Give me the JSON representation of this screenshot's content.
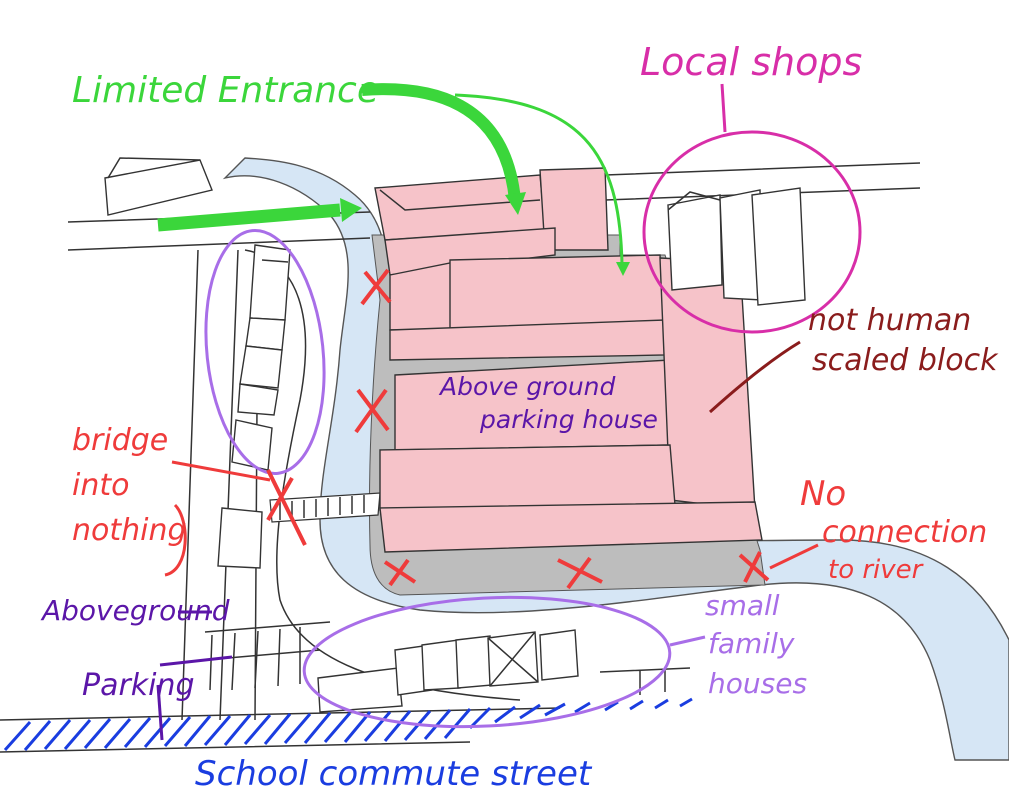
{
  "labels": {
    "limited_entrance": "Limited Entrance",
    "local_shops": "Local shops",
    "not_human_1": "not human",
    "not_human_2": "scaled block",
    "parking_house_1": "Above ground",
    "parking_house_2": "parking house",
    "bridge_1": "bridge",
    "bridge_2": "into",
    "bridge_3": "nothing",
    "no_connection_1": "No",
    "no_connection_2": "connection",
    "no_connection_3": "to river",
    "aboveground": "Aboveground",
    "parking": "Parking",
    "small_family_1": "small",
    "small_family_2": "family",
    "small_family_3": "houses",
    "school_street": "School commute street"
  },
  "colors": {
    "green": "#3bd63b",
    "pink": "#d82ea8",
    "maroon": "#8a1c1c",
    "purple": "#5b16a8",
    "violet": "#a86ee8",
    "red": "#ef3b3b",
    "blue": "#1a3de0",
    "river": "#d6e6f5",
    "parking_lot": "#bdbdbd",
    "block": "#f6c3c9"
  }
}
